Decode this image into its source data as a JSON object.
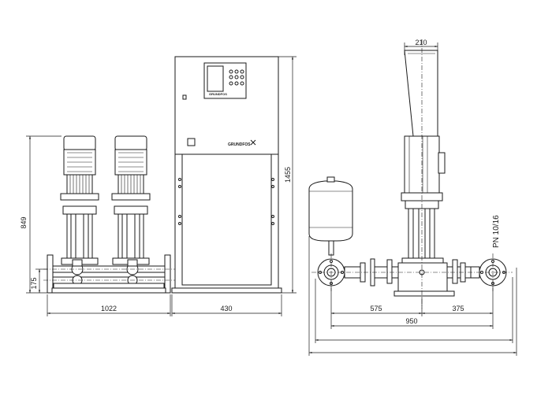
{
  "dimensions": {
    "left_height_total": "849",
    "left_height_base": "175",
    "left_width": "1022",
    "cabinet_width": "430",
    "cabinet_height": "1455",
    "side_top_width": "210",
    "side_575": "575",
    "side_375": "375",
    "side_950": "950",
    "pressure_rating": "PN 10/16"
  },
  "logo": {
    "brand": "GRUNDFOS",
    "small_text": "GRUNDFOS"
  }
}
